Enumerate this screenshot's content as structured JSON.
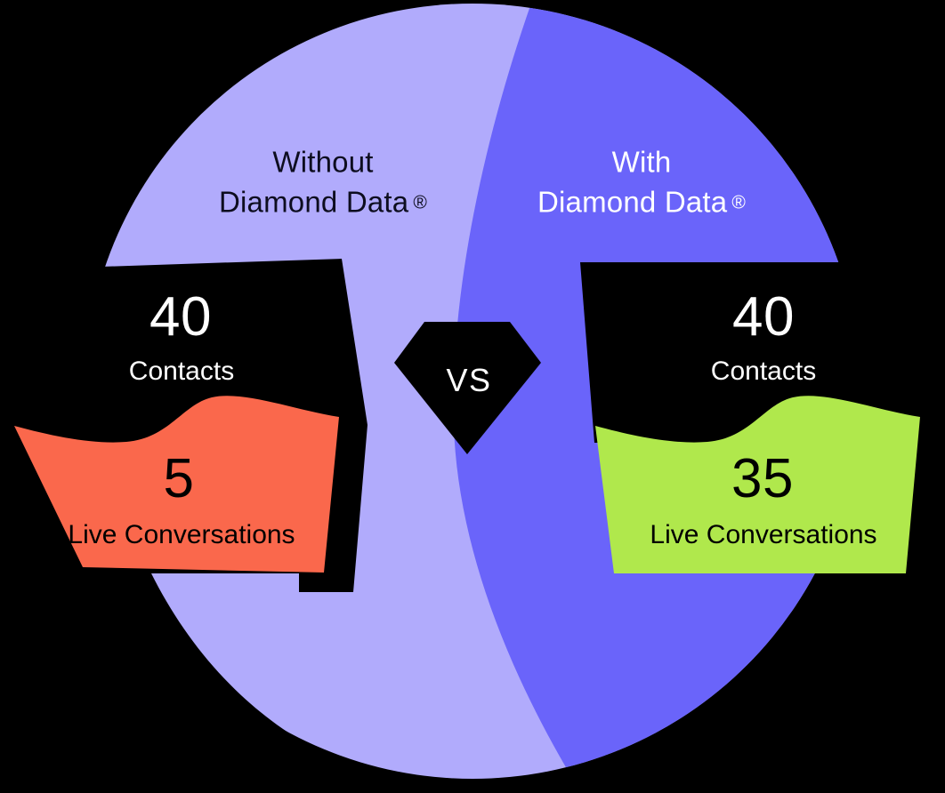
{
  "colors": {
    "background": "#000000",
    "left_half": "#B1ABFC",
    "right_half": "#6A64FA",
    "left_panel": "#FA684C",
    "right_panel": "#B0E84C",
    "panel_black": "#000000",
    "light_text": "#FFFFFF",
    "dark_text": "#0D0D1F"
  },
  "left": {
    "title_line1": "Without",
    "title_line2": "Diamond Data",
    "reg_mark": "®",
    "contacts_value": "40",
    "contacts_label": "Contacts",
    "conversations_value": "5",
    "conversations_label": "Live Conversations"
  },
  "right": {
    "title_line1": "With",
    "title_line2": "Diamond Data",
    "reg_mark": "®",
    "contacts_value": "40",
    "contacts_label": "Contacts",
    "conversations_value": "35",
    "conversations_label": "Live Conversations"
  },
  "center": {
    "vs_label": "VS"
  },
  "chart_data": {
    "type": "table",
    "title": "Without Diamond Data ® vs With Diamond Data ®",
    "categories": [
      "Contacts",
      "Live Conversations"
    ],
    "series": [
      {
        "name": "Without Diamond Data ®",
        "values": [
          40,
          5
        ]
      },
      {
        "name": "With Diamond Data ®",
        "values": [
          40,
          35
        ]
      }
    ],
    "legend_position": "top",
    "grid": false
  }
}
